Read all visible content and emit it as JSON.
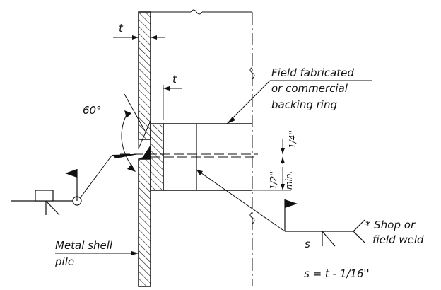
{
  "labels": {
    "thickness_upper": "t",
    "thickness_ring": "t",
    "angle": "60°",
    "backing_ring_line1": "Field fabricated",
    "backing_ring_line2": "or commercial",
    "backing_ring_line3": "backing ring",
    "gap_quarter": "1/4''",
    "ring_half_line1": "1/2''",
    "ring_half_line2": "min.",
    "shop_weld_line1": "* Shop or",
    "shop_weld_line2": "field weld",
    "weld_size": "s",
    "pile_line1": "Metal shell",
    "pile_line2": "pile",
    "formula": "s = t - 1/16''"
  },
  "colors": {
    "ink": "#111111",
    "background": "#ffffff"
  }
}
